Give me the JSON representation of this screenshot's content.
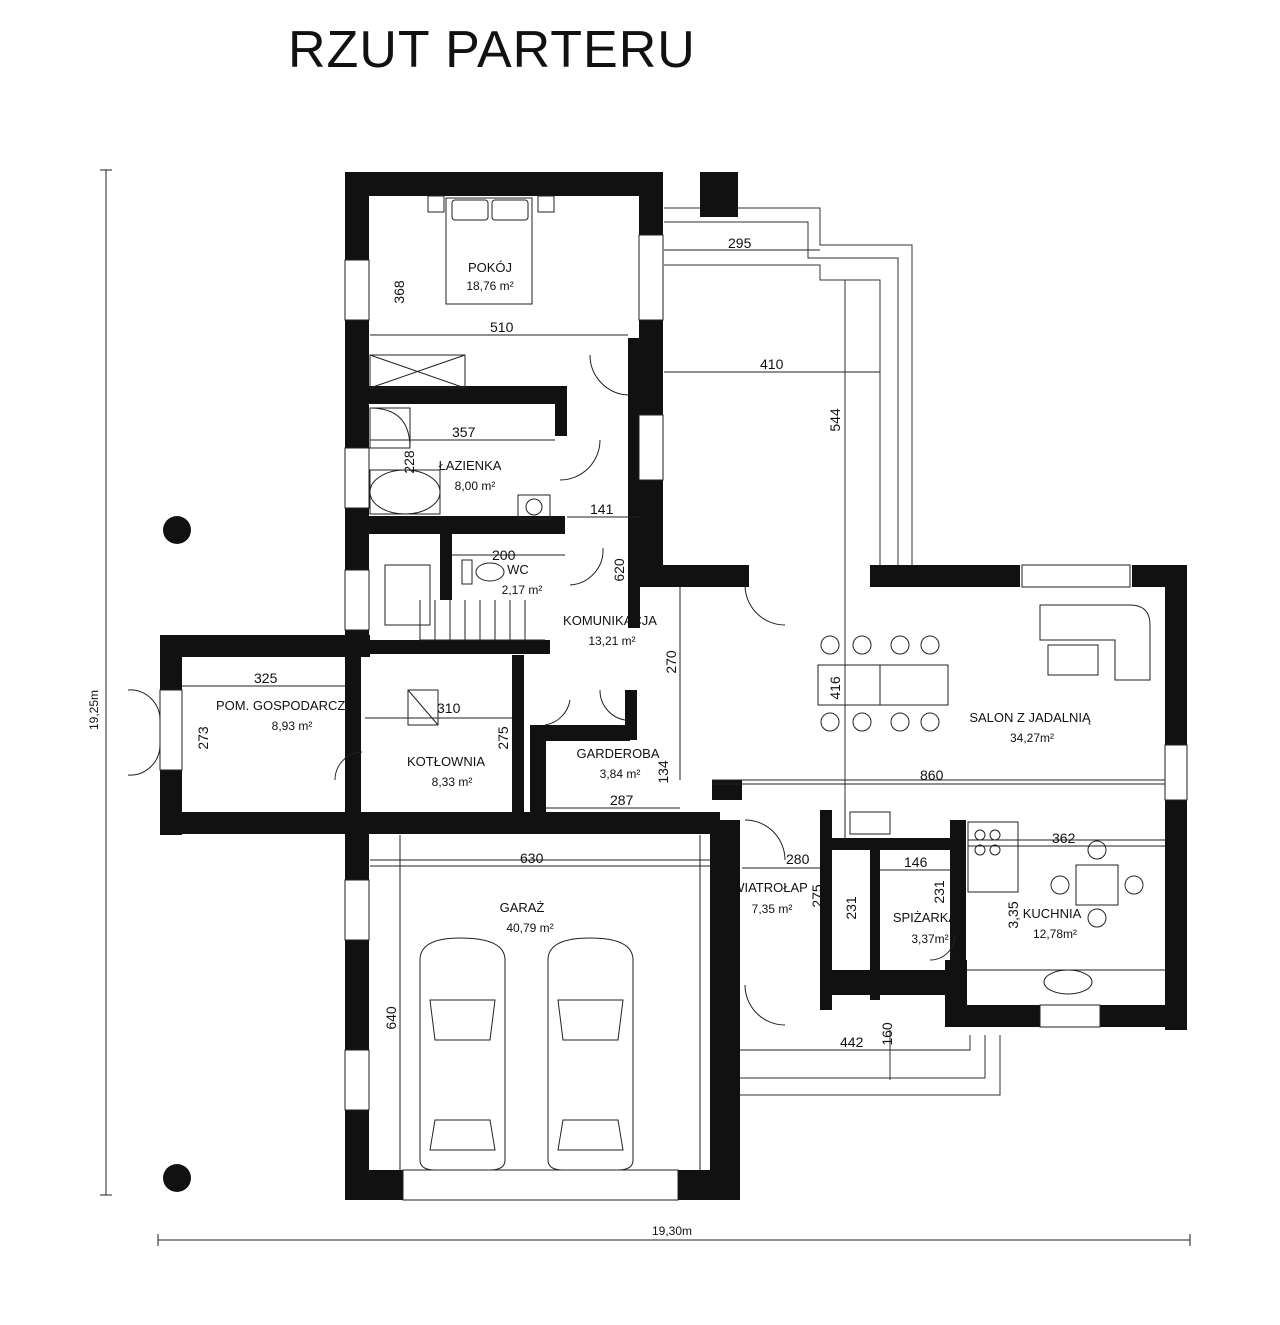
{
  "title": "RZUT PARTERU",
  "overall": {
    "height": "19,25m",
    "width": "19,30m"
  },
  "rooms": {
    "pokoj": {
      "name": "POKÓJ",
      "area": "18,76 m²"
    },
    "lazienka": {
      "name": "ŁAZIENKA",
      "area": "8,00 m²"
    },
    "wc": {
      "name": "WC",
      "area": "2,17 m²"
    },
    "komunikacja": {
      "name": "KOMUNIKACJA",
      "area": "13,21 m²"
    },
    "pom_gospodarcze": {
      "name": "POM. GOSPODARCZE",
      "area": "8,93 m²"
    },
    "kotlownia": {
      "name": "KOTŁOWNIA",
      "area": "8,33 m²"
    },
    "garderoba": {
      "name": "GARDEROBA",
      "area": "3,84 m²"
    },
    "salon": {
      "name": "SALON Z JADALNIĄ",
      "area": "34,27m²"
    },
    "wiatrolap": {
      "name": "WIATROŁAP",
      "area": "7,35 m²"
    },
    "spizarka": {
      "name": "SPIŻARKA",
      "area": "3,37m²"
    },
    "kuchnia": {
      "name": "KUCHNIA",
      "area": "12,78m²"
    },
    "garaz": {
      "name": "GARAŻ",
      "area": "40,79 m²"
    }
  },
  "dims": {
    "d295": "295",
    "d368": "368",
    "d510": "510",
    "d410": "410",
    "d544": "544",
    "d357": "357",
    "d228": "228",
    "d141": "141",
    "d200": "200",
    "d620": "620",
    "d270": "270",
    "d416": "416",
    "d325": "325",
    "d310": "310",
    "d273": "273",
    "d275a": "275",
    "d134": "134",
    "d287": "287",
    "d860": "860",
    "d362": "362",
    "d630": "630",
    "d280": "280",
    "d275b": "275",
    "d231a": "231",
    "d146": "146",
    "d231b": "231",
    "d335": "3,35",
    "d442": "442",
    "d160": "160",
    "d640": "640"
  },
  "colors": {
    "wall": "#111111",
    "line": "#222222",
    "background": "#ffffff"
  }
}
